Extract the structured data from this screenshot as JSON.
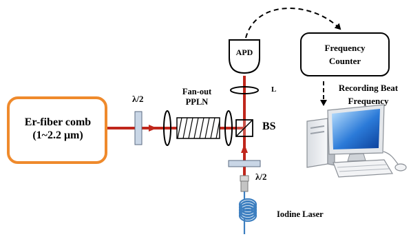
{
  "colors": {
    "beam": "#c0271c",
    "comb_border": "#ef8a2c",
    "waveplate_fill": "#c9d6e6",
    "fiber": "#3d7fc0",
    "black": "#000000"
  },
  "source": {
    "name": "Er-fiber comb",
    "range": "(1~2.2 μm)"
  },
  "waveplate_left_label": "λ/2",
  "crystal_label_line1": "Fan-out",
  "crystal_label_line2": "PPLN",
  "beamsplitter_label": "BS",
  "lens_label": "L",
  "detector_label": "APD",
  "waveplate_right_label": "λ/2",
  "counter": {
    "line1": "Frequency",
    "line2": "Counter"
  },
  "recording_line1": "Recording Beat",
  "recording_line2": "Frequency",
  "laser_label": "Iodine Laser",
  "icons": [
    "desktop-computer-icon",
    "fiber-coil-icon"
  ]
}
